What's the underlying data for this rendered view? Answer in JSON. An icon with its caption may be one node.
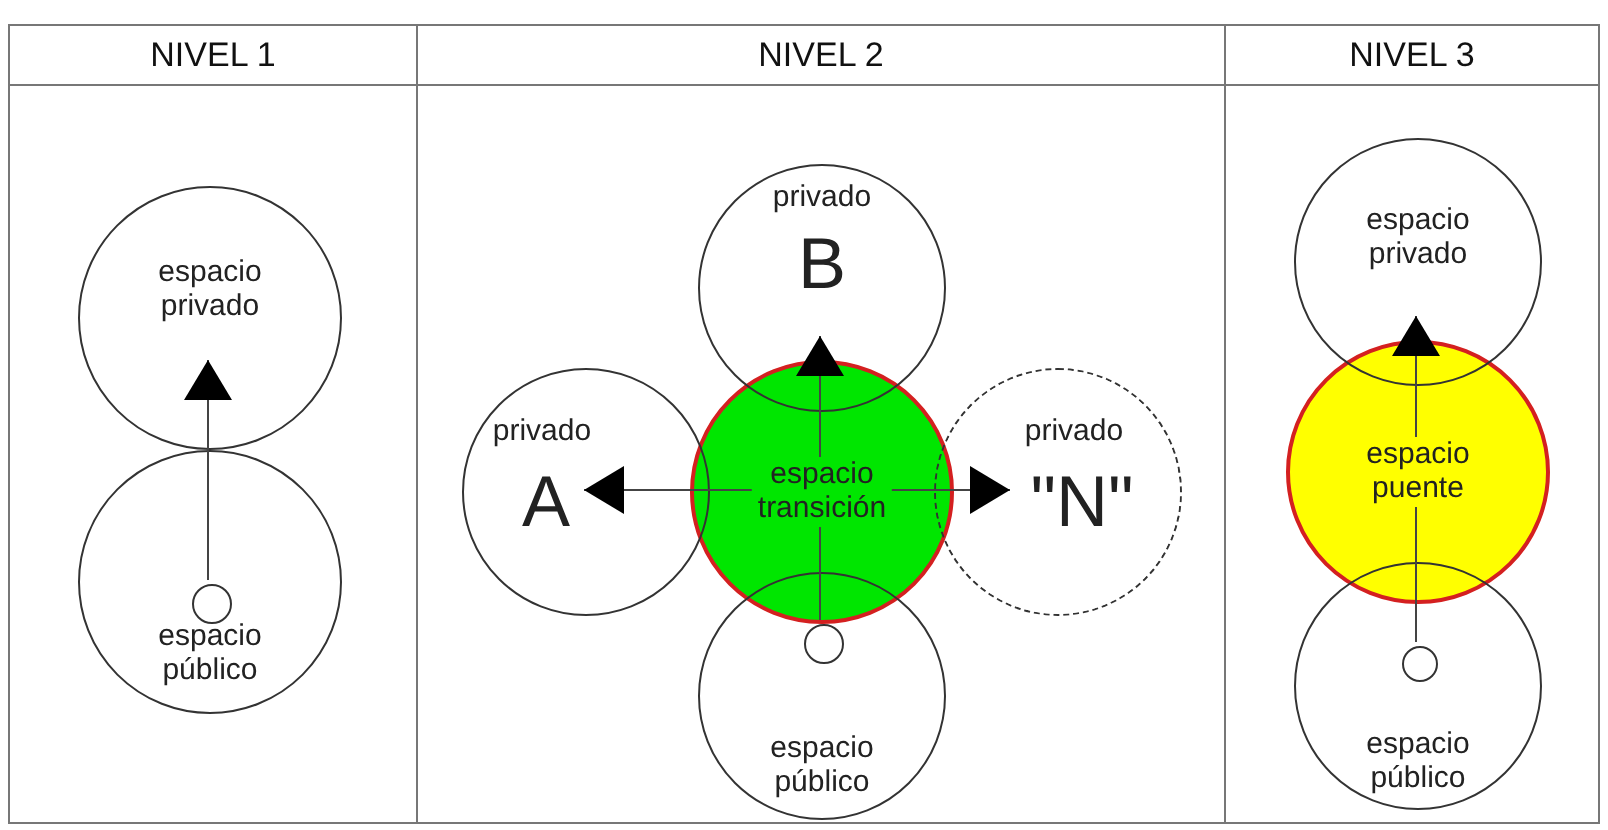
{
  "diagram": {
    "nodes": [
      {
        "text": [
          "NIVEL 1"
        ]
      },
      {
        "text": [
          "espacio privado"
        ],
        "in": 0
      },
      {
        "text": [
          "espacio público"
        ],
        "in": 0
      },
      {
        "text": [],
        "shape": "circle",
        "in": 2
      },
      {
        "text": [
          "NIVEL 2"
        ]
      },
      {
        "text": [
          "privado",
          "B"
        ],
        "in": 4
      },
      {
        "text": [
          "privado",
          "A"
        ],
        "in": 4
      },
      {
        "text": [
          "espacio transición"
        ],
        "in": 4
      },
      {
        "text": [
          "privado",
          "\"N\""
        ],
        "in": 4
      },
      {
        "text": [
          "espacio público"
        ],
        "in": 4
      },
      {
        "text": [],
        "shape": "circle",
        "in": 9
      },
      {
        "text": [
          "NIVEL 3"
        ]
      },
      {
        "text": [
          "espacio privado"
        ],
        "in": 11
      },
      {
        "text": [
          "espacio puente"
        ],
        "in": 11
      },
      {
        "text": [
          "espacio público"
        ],
        "in": 11
      },
      {
        "text": [],
        "shape": "circle",
        "in": 14
      }
    ],
    "edges": [
      {
        "from": 3,
        "to": 1,
        "arrow": "to"
      },
      {
        "from": 10,
        "to": 7,
        "arrow": "none"
      },
      {
        "from": 7,
        "to": 5,
        "arrow": "to"
      },
      {
        "from": 7,
        "to": 6,
        "arrow": "to"
      },
      {
        "from": 7,
        "to": 8,
        "arrow": "to"
      },
      {
        "from": 15,
        "to": 13,
        "arrow": "none"
      },
      {
        "from": 13,
        "to": 12,
        "arrow": "to"
      }
    ]
  }
}
